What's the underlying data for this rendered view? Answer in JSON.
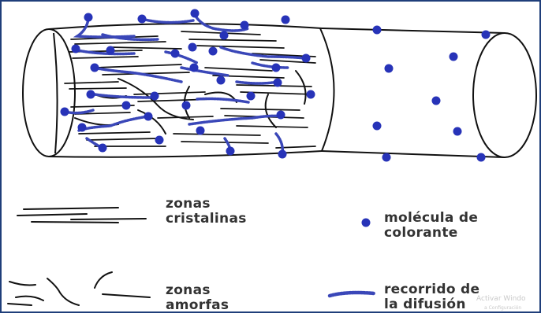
{
  "legend": {
    "crystalline": {
      "line1": "zonas",
      "line2": "cristalinas"
    },
    "dye": {
      "line1": "molécula de",
      "line2": "colorante"
    },
    "amorphous": {
      "line1": "zonas",
      "line2": "amorfas"
    },
    "diffusion": {
      "line1": "recorrido de",
      "line2": "la difusión"
    }
  },
  "watermark": {
    "line1": "Activar Windo",
    "line2": "a Configuración"
  },
  "colors": {
    "frame": "#1f3e7a",
    "ink": "#1a1a1a",
    "dye_dot": "#2733b8",
    "diffusion_path": "#3a47b8"
  }
}
